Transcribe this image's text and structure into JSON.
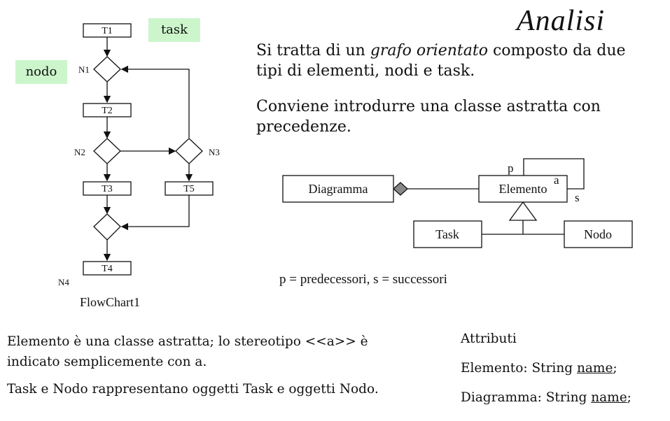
{
  "title": "Analisi",
  "intro": {
    "line1_pre": "Si tratta di un ",
    "line1_em": "grafo orientato",
    "line1_post": " composto da due",
    "line2": "tipi di elementi, nodi e task.",
    "line3": "Conviene introdurre una classe astratta con",
    "line4": "precedenze."
  },
  "flowchart": {
    "caption": "FlowChart1",
    "tasks": [
      "T1",
      "T2",
      "T3",
      "T4",
      "T5"
    ],
    "nodes": [
      "N1",
      "N2",
      "N3",
      "N4"
    ],
    "legend_task": "task",
    "legend_nodo": "nodo"
  },
  "uml": {
    "classes": [
      "Diagramma",
      "Elemento",
      "Task",
      "Nodo"
    ],
    "assoc_p": "p",
    "assoc_s": "s",
    "stereotype": "a",
    "legend": "p = predecessori, s = successori"
  },
  "bottom": {
    "line1": "Elemento è una classe astratta; lo stereotipo <<a>> è",
    "line2": "indicato semplicemente con a.",
    "line3": "Task e Nodo rappresentano oggetti Task e oggetti Nodo."
  },
  "attributes": {
    "heading": "Attributi",
    "row1_pre": "Elemento: String ",
    "row1_attr": "name",
    "row1_post": ";",
    "row2_pre": "Diagramma: String ",
    "row2_attr": "name",
    "row2_post": ";"
  }
}
